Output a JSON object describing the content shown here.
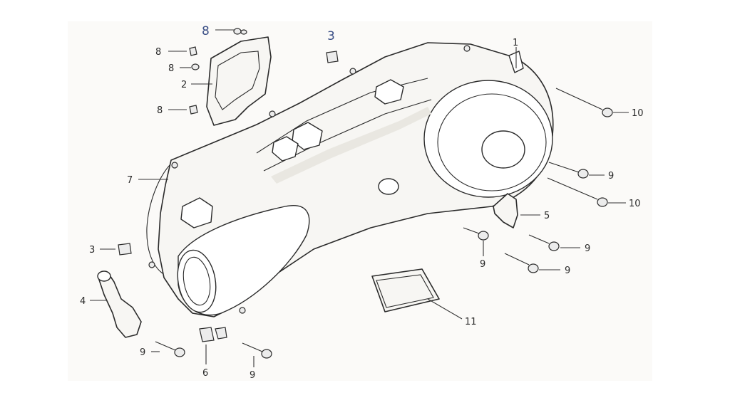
{
  "callouts": {
    "c1": "1",
    "c2": "2",
    "c3_top": "3",
    "c3_left": "3",
    "c4": "4",
    "c5": "5",
    "c6": "6",
    "c7": "7",
    "c8_top": "8",
    "c8_a": "8",
    "c8_b": "8",
    "c8_c": "8",
    "c9_a": "9",
    "c9_b": "9",
    "c9_c": "9",
    "c9_d": "9",
    "c9_e": "9",
    "c9_f": "9",
    "c10_a": "10",
    "c10_b": "10",
    "c11": "11"
  },
  "colors": {
    "line": "#2b2b2b",
    "highlight_label": "#3b4f86"
  }
}
